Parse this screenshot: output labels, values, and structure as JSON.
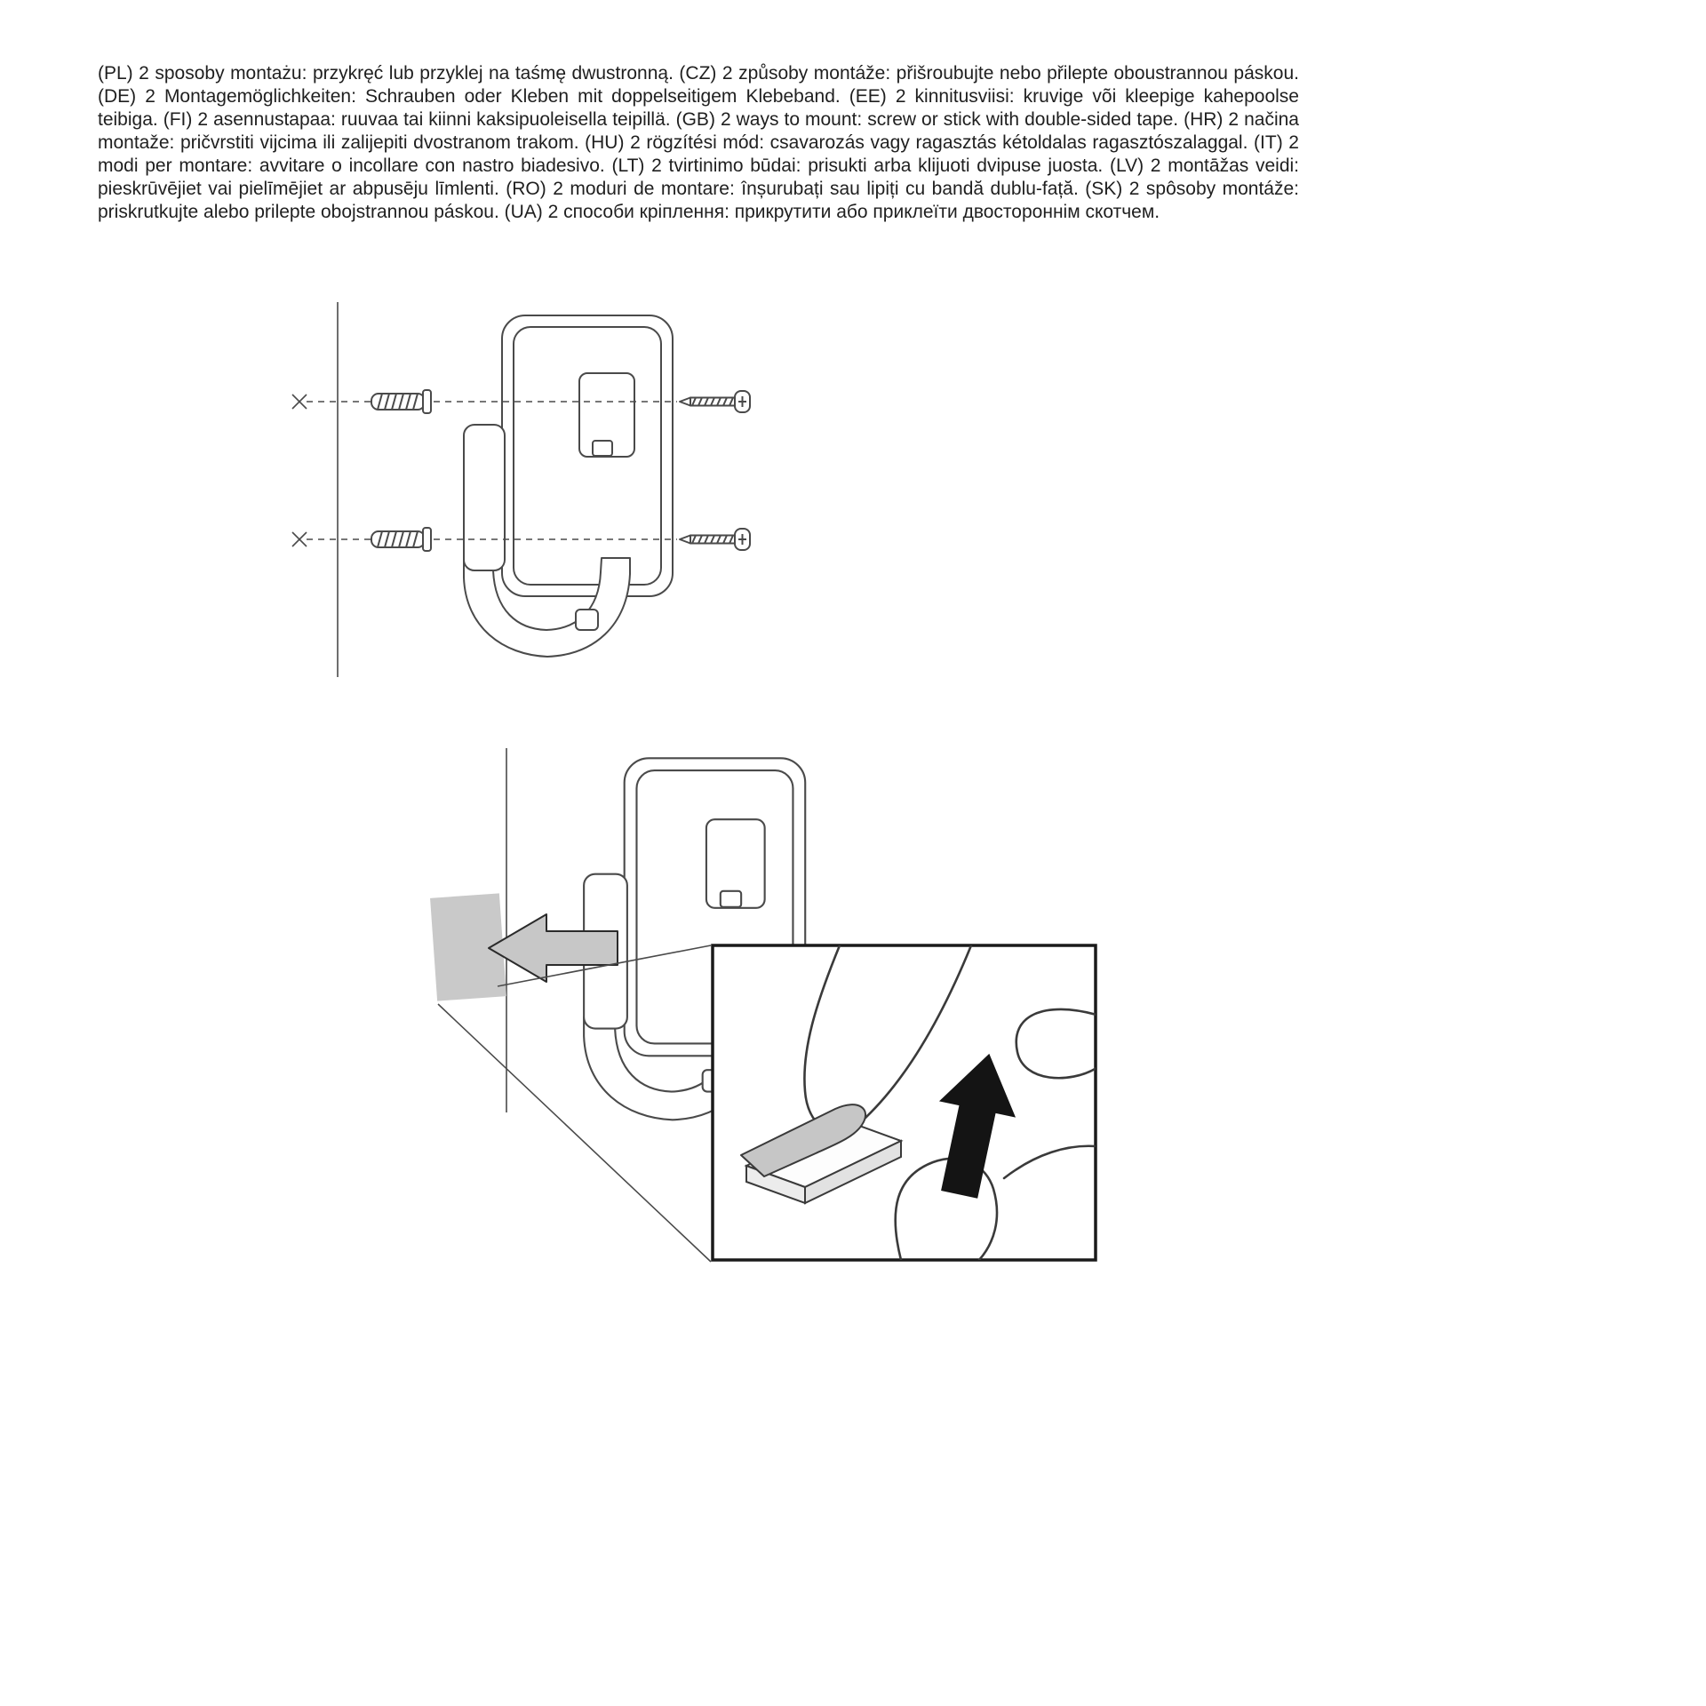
{
  "instructions": {
    "segments": [
      {
        "lang": "PL",
        "text": "2 sposoby montażu: przykręć lub przyklej na taśmę dwustronną."
      },
      {
        "lang": "CZ",
        "text": "2 způsoby montáže: přišroubujte nebo přilepte oboustrannou páskou."
      },
      {
        "lang": "DE",
        "text": "2 Montagemöglichkeiten: Schrauben oder Kleben mit doppelseitigem Klebeband."
      },
      {
        "lang": "EE",
        "text": "2 kinnitusviisi: kruvige või kleepige kahepoolse teibiga."
      },
      {
        "lang": "FI",
        "text": "2 asennustapaa: ruuvaa tai kiinni kaksipuoleisella teipillä."
      },
      {
        "lang": "GB",
        "text": "2 ways to mount: screw or stick with double-sided tape."
      },
      {
        "lang": "HR",
        "text": "2 načina montaže: pričvrstiti vijcima ili zalijepiti dvostranom trakom."
      },
      {
        "lang": "HU",
        "text": "2 rögzítési mód: csavarozás vagy ragasztás kétoldalas ragasztószalaggal."
      },
      {
        "lang": "IT",
        "text": "2 modi per montare: avvitare o incollare con nastro biadesivo."
      },
      {
        "lang": "LT",
        "text": "2 tvirtinimo būdai: prisukti arba klijuoti dvipuse juosta."
      },
      {
        "lang": "LV",
        "text": "2 montāžas veidi: pieskrūvējiet vai pielīmējiet ar abpusēju līmlenti."
      },
      {
        "lang": "RO",
        "text": "2 moduri de montare: înșurubați sau lipiți cu bandă dublu-față."
      },
      {
        "lang": "SK",
        "text": "2 spôsoby montáže: priskrutkujte alebo prilepte obojstrannou páskou."
      },
      {
        "lang": "UA",
        "text": "2 способи кріплення: прикрутити або приклеїти двостороннім скотчем."
      }
    ]
  },
  "illustration": {
    "diagram_1": {
      "name": "screw-mounting-diagram",
      "parts": [
        "wall-line",
        "drill-mark-x",
        "wall-plug",
        "bracket",
        "screw"
      ]
    },
    "diagram_2": {
      "name": "tape-mounting-diagram",
      "parts": [
        "wall-line",
        "adhesive-tape-pad",
        "direction-arrow",
        "bracket",
        "magnifier-inset",
        "hand-peeling-tape",
        "peel-up-arrow"
      ]
    }
  },
  "colors": {
    "line": "#4a4a4a",
    "text": "#1f1f1f",
    "tape_grey": "#c9c9c9",
    "arrow_grey": "#c7c7c7",
    "arrow_black": "#141414",
    "background": "#ffffff"
  }
}
